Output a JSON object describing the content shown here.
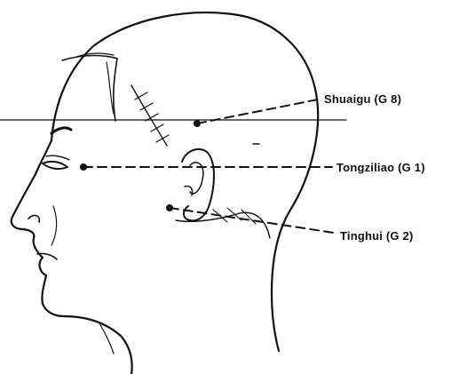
{
  "points": [
    {
      "name": "Shuaigu",
      "code": "G 8",
      "label": "Shuaigu (G 8)"
    },
    {
      "name": "Tongziliao",
      "code": "G 1",
      "label": "Tongziliao (G 1)"
    },
    {
      "name": "Tinghui",
      "code": "G 2",
      "label": "Tinghui (G 2)"
    }
  ]
}
